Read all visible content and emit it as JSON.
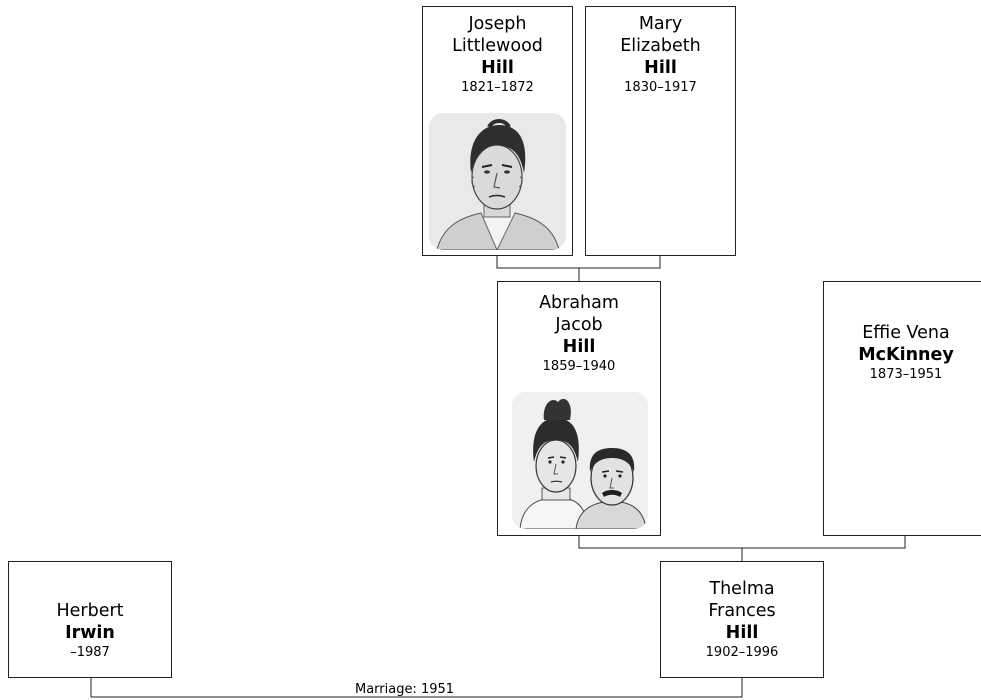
{
  "people": {
    "joseph": {
      "given": "Joseph\nLittlewood",
      "surname": "Hill",
      "dates": "1821–1872",
      "portrait": "engraved-portrait-man"
    },
    "mary": {
      "given": "Mary\nElizabeth",
      "surname": "Hill",
      "dates": "1830–1917"
    },
    "abraham": {
      "given": "Abraham\nJacob",
      "surname": "Hill",
      "dates": "1859–1940",
      "portrait": "sketch-couple-portrait"
    },
    "effie": {
      "given": "Effie Vena",
      "surname": "McKinney",
      "dates": "1873–1951"
    },
    "herbert": {
      "given": "Herbert",
      "surname": "Irwin",
      "dates": "–1987"
    },
    "thelma": {
      "given": "Thelma\nFrances",
      "surname": "Hill",
      "dates": "1902–1996"
    }
  },
  "marriages": {
    "herbert_thelma": {
      "label": "Marriage: 1951"
    }
  },
  "colors": {
    "line": "#222222",
    "card_border": "#222222",
    "background": "#ffffff"
  }
}
